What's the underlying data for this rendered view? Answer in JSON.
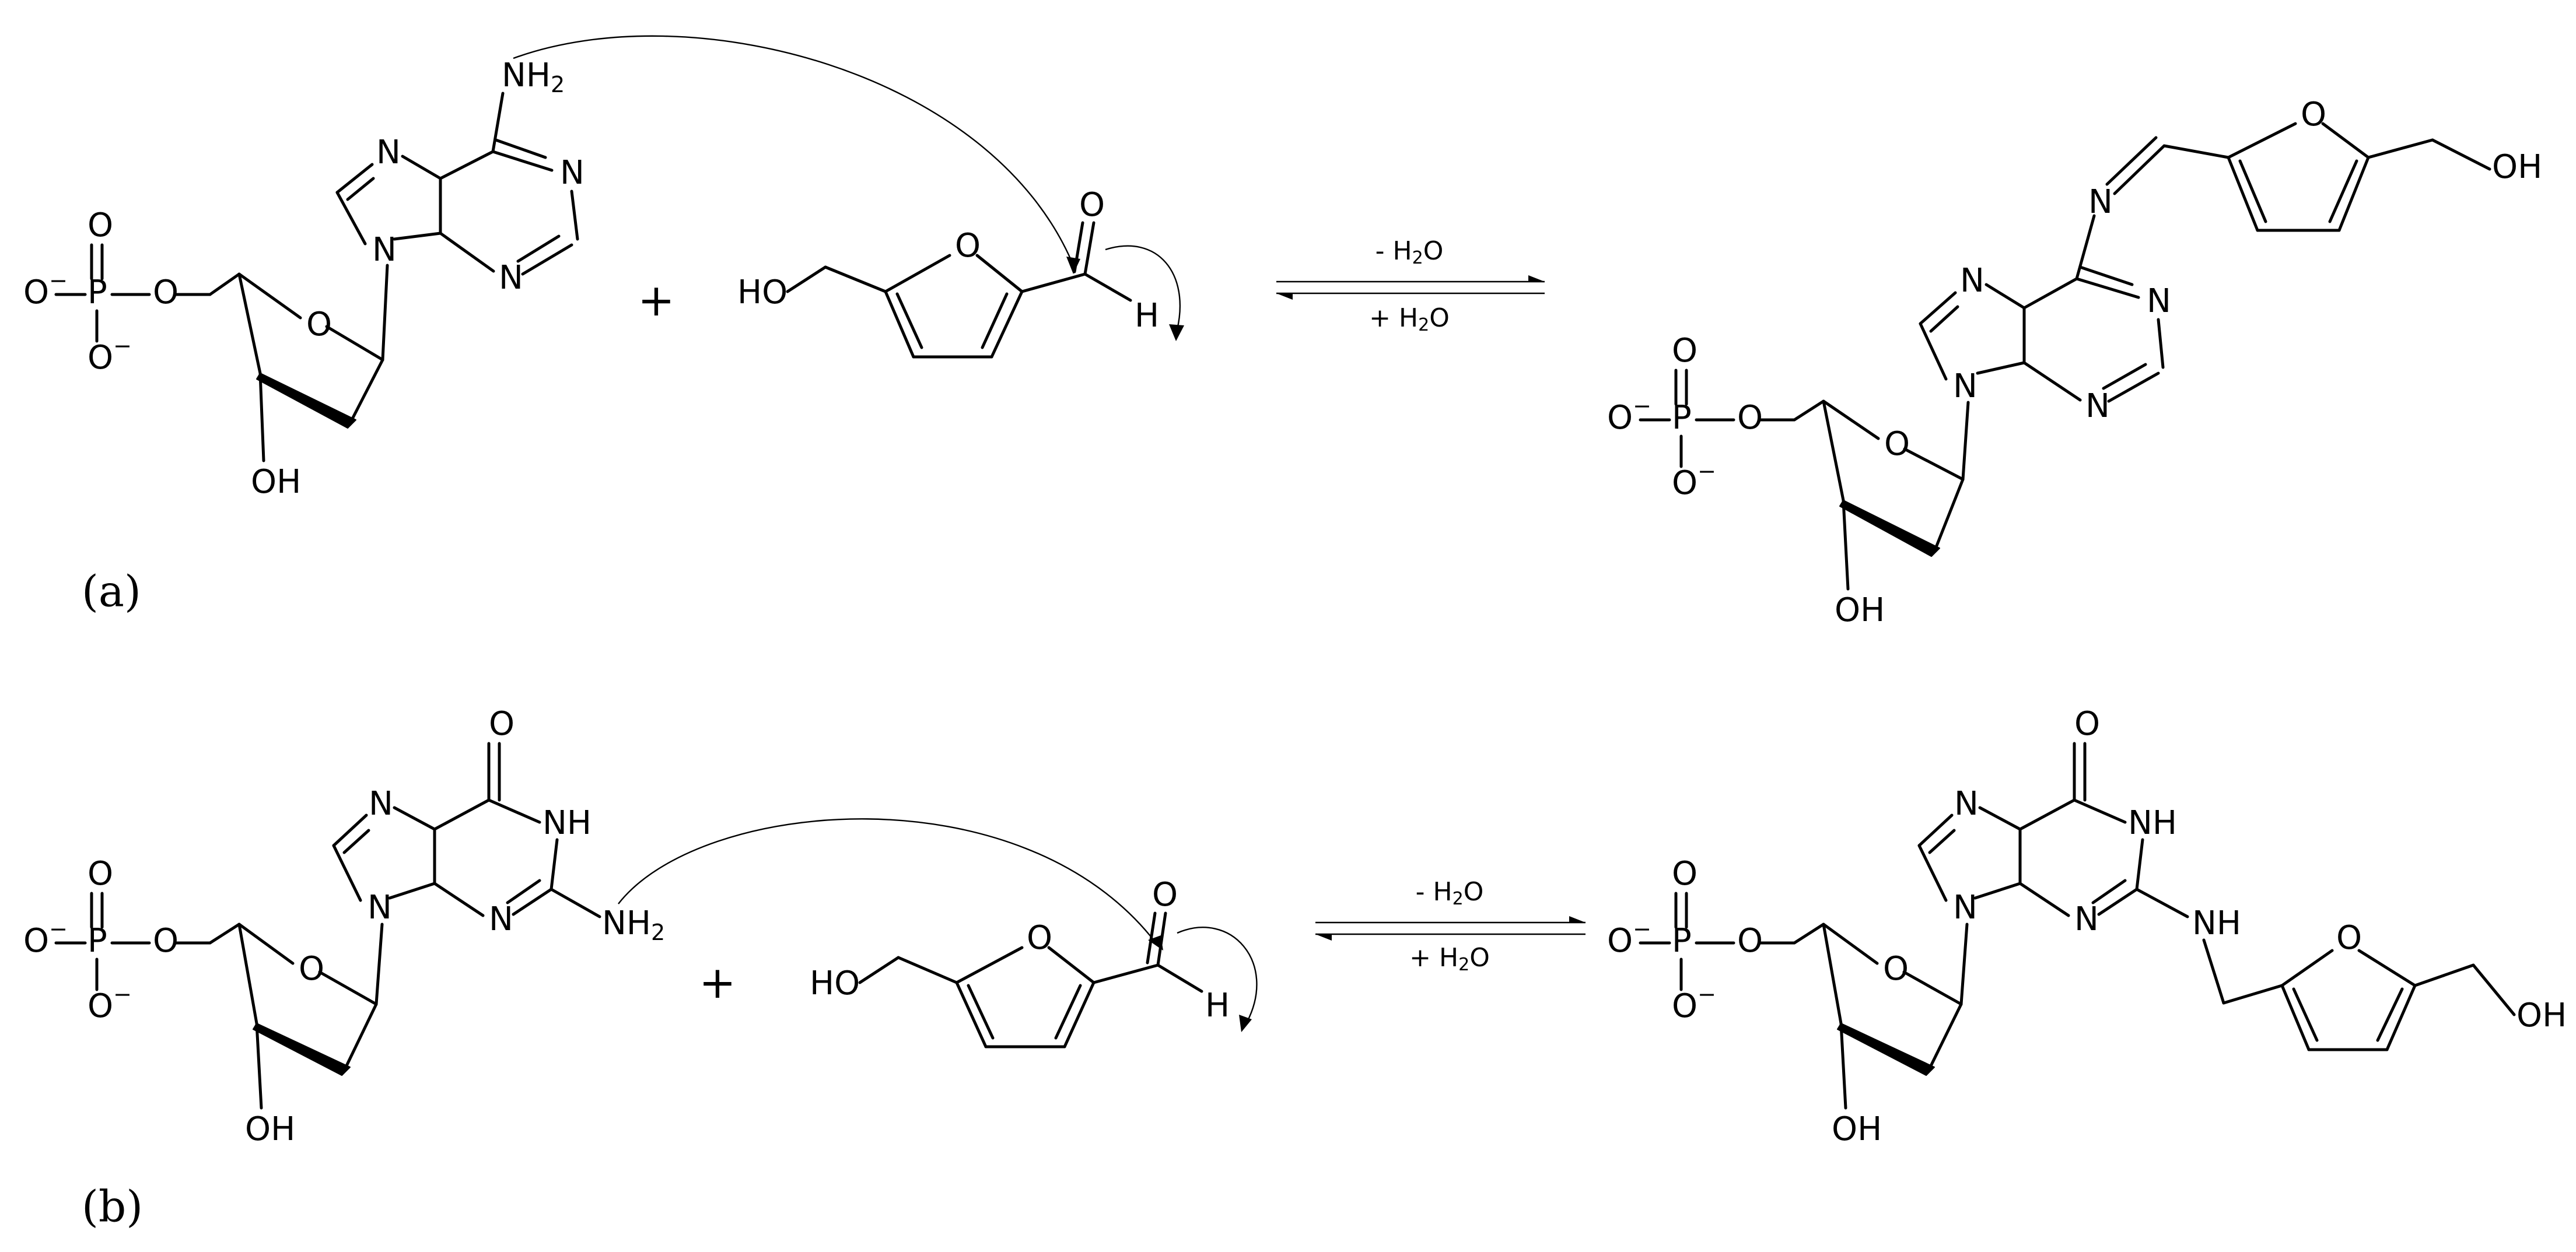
{
  "panels": [
    {
      "label": "(a)",
      "plus": "+",
      "forward_condition": "- H2O",
      "reverse_condition": "+ H2O",
      "nucleotide": {
        "amine": "NH2",
        "ring_n_atoms": [
          "N",
          "N",
          "N",
          "N"
        ]
      },
      "product": {
        "imine_n": "N",
        "ring_n_atoms": [
          "N",
          "N",
          "N",
          "N"
        ],
        "hydroxyl": "OH"
      }
    },
    {
      "label": "(b)",
      "plus": "+",
      "forward_condition": "- H2O",
      "reverse_condition": "+ H2O",
      "nucleotide": {
        "amine": "NH2",
        "ring_nh": "NH",
        "carbonyl_o": "O",
        "ring_n_atoms": [
          "N",
          "N",
          "N"
        ]
      },
      "product": {
        "amine_nh": "NH",
        "ring_nh": "NH",
        "carbonyl_o": "O",
        "ring_n_atoms": [
          "N",
          "N",
          "N"
        ],
        "hydroxyl": "OH"
      }
    }
  ],
  "phosphate": {
    "p": "P",
    "o": "O",
    "charge": "−"
  },
  "sugar": {
    "ring_o": "O",
    "hydroxyl": "OH"
  },
  "hmf": {
    "hydroxyl": "HO",
    "ring_o": "O",
    "carbonyl_o": "O",
    "aldehyde_h": "H"
  }
}
